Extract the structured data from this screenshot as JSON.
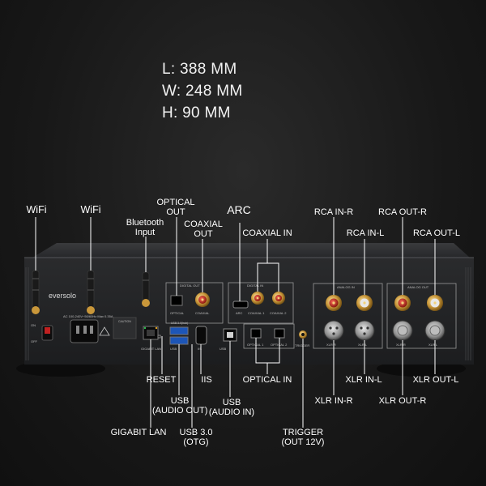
{
  "dimensions": {
    "length": "L: 388 MM",
    "width": "W: 248 MM",
    "height": "H: 90 MM"
  },
  "device": {
    "brand": "eversolo",
    "power_rating": "AC 100-240V~50/60Hz Max 0.35A",
    "panel_labels": {
      "digital_out": "DIGITAL OUT",
      "optical": "OPTICAL",
      "coaxial": "COAXIAL",
      "digital_in": "DIGITAL IN",
      "arc": "ARC",
      "coaxial_1": "COAXIAL 1",
      "coaxial_2": "COAXIAL 2",
      "optical_1": "OPTICAL 1",
      "optical_2": "OPTICAL 2",
      "analog_in": "ANALOG IN",
      "analog_out": "ANALOG OUT",
      "xlr_r": "XLR R",
      "xlr_l": "XLR L",
      "usb_30": "USB 3.0(hub)",
      "usb": "USB",
      "iis": "IIS",
      "usb_audio": "USB",
      "trigger": "TRIGGER",
      "gigabit_lan": "GIGABIT LAN",
      "on": "ON",
      "off": "OFF",
      "caution": "CAUTION"
    }
  },
  "callouts": {
    "wifi_1": "WiFi",
    "wifi_2": "WiFi",
    "bluetooth": "Bluetooth\nInput",
    "optical_out": "OPTICAL\nOUT",
    "coaxial_out": "COAXIAL\nOUT",
    "arc": "ARC",
    "coaxial_in": "COAXIAL IN",
    "rca_in_r": "RCA IN-R",
    "rca_in_l": "RCA IN-L",
    "rca_out_r": "RCA OUT-R",
    "rca_out_l": "RCA OUT-L",
    "reset": "RESET",
    "iis": "IIS",
    "usb_audio_out": "USB\n(AUDIO OUT)",
    "usb_audio_in": "USB\n(AUDIO IN)",
    "optical_in": "OPTICAL IN",
    "xlr_in_l": "XLR IN-L",
    "xlr_out_l": "XLR OUT-L",
    "xlr_in_r": "XLR IN-R",
    "xlr_out_r": "XLR OUT-R",
    "gigabit_lan": "GIGABIT LAN",
    "usb_30_otg": "USB 3.0\n(OTG)",
    "trigger": "TRIGGER\n(OUT 12V)"
  }
}
